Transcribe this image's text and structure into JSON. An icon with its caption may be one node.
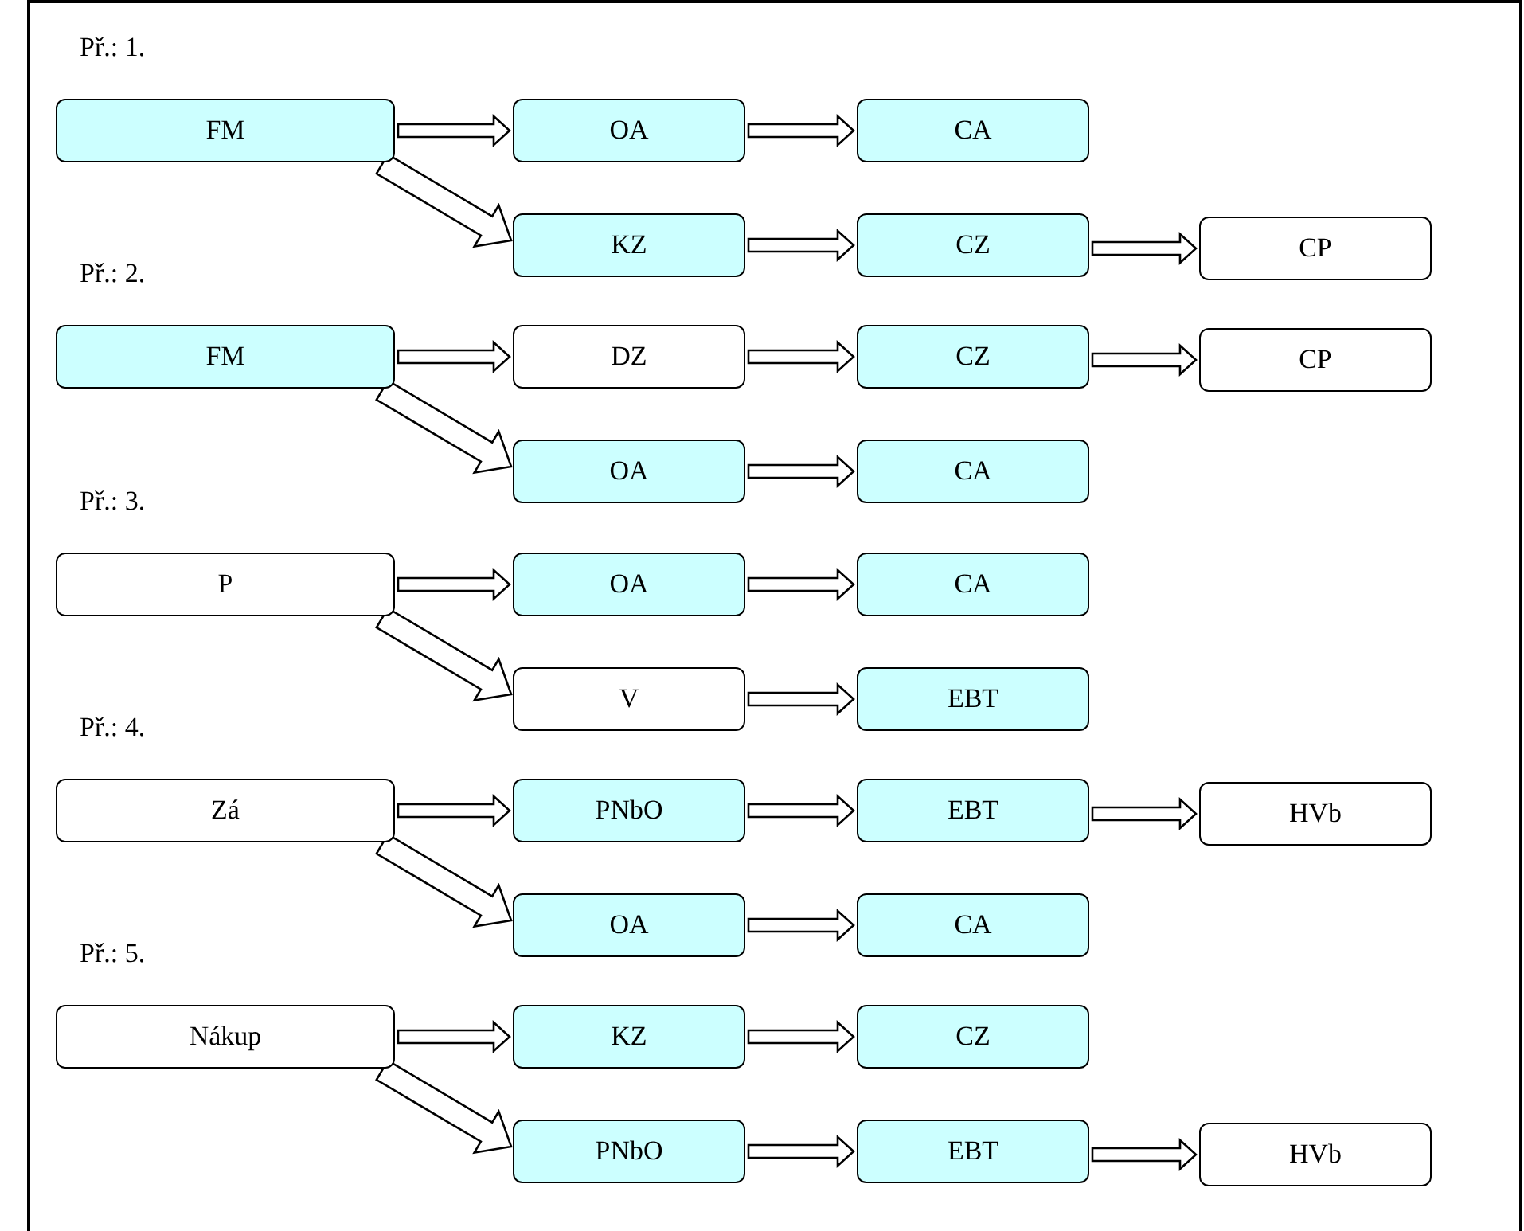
{
  "diagram": {
    "nodes": [
      {
        "text": [
          "FM"
        ]
      },
      {
        "text": [
          "OA"
        ]
      },
      {
        "text": [
          "CA"
        ]
      },
      {
        "text": [
          "KZ"
        ]
      },
      {
        "text": [
          "CZ"
        ]
      },
      {
        "text": [
          "CP"
        ]
      },
      {
        "text": [
          "FM"
        ]
      },
      {
        "text": [
          "DZ"
        ]
      },
      {
        "text": [
          "CZ"
        ]
      },
      {
        "text": [
          "CP"
        ]
      },
      {
        "text": [
          "OA"
        ]
      },
      {
        "text": [
          "CA"
        ]
      },
      {
        "text": [
          "P"
        ]
      },
      {
        "text": [
          "OA"
        ]
      },
      {
        "text": [
          "CA"
        ]
      },
      {
        "text": [
          "V"
        ]
      },
      {
        "text": [
          "EBT"
        ]
      },
      {
        "text": [
          "Zá"
        ]
      },
      {
        "text": [
          "PNbO"
        ]
      },
      {
        "text": [
          "EBT"
        ]
      },
      {
        "text": [
          "HVb"
        ]
      },
      {
        "text": [
          "OA"
        ]
      },
      {
        "text": [
          "CA"
        ]
      },
      {
        "text": [
          "Nákup"
        ]
      },
      {
        "text": [
          "KZ"
        ]
      },
      {
        "text": [
          "CZ"
        ]
      },
      {
        "text": [
          "PNbO"
        ]
      },
      {
        "text": [
          "EBT"
        ]
      },
      {
        "text": [
          "HVb"
        ]
      }
    ],
    "edges": [
      {
        "from": 0,
        "to": 1,
        "arrow": "to"
      },
      {
        "from": 1,
        "to": 2,
        "arrow": "to"
      },
      {
        "from": 0,
        "to": 3,
        "arrow": "to"
      },
      {
        "from": 3,
        "to": 4,
        "arrow": "to"
      },
      {
        "from": 4,
        "to": 5,
        "arrow": "to"
      },
      {
        "from": 6,
        "to": 7,
        "arrow": "to"
      },
      {
        "from": 7,
        "to": 8,
        "arrow": "to"
      },
      {
        "from": 8,
        "to": 9,
        "arrow": "to"
      },
      {
        "from": 6,
        "to": 10,
        "arrow": "to"
      },
      {
        "from": 10,
        "to": 11,
        "arrow": "to"
      },
      {
        "from": 12,
        "to": 13,
        "arrow": "to"
      },
      {
        "from": 13,
        "to": 14,
        "arrow": "to"
      },
      {
        "from": 12,
        "to": 15,
        "arrow": "to"
      },
      {
        "from": 15,
        "to": 16,
        "arrow": "to"
      },
      {
        "from": 17,
        "to": 18,
        "arrow": "to"
      },
      {
        "from": 18,
        "to": 19,
        "arrow": "to"
      },
      {
        "from": 19,
        "to": 20,
        "arrow": "to"
      },
      {
        "from": 17,
        "to": 21,
        "arrow": "to"
      },
      {
        "from": 21,
        "to": 22,
        "arrow": "to"
      },
      {
        "from": 23,
        "to": 24,
        "arrow": "to"
      },
      {
        "from": 24,
        "to": 25,
        "arrow": "to"
      },
      {
        "from": 23,
        "to": 26,
        "arrow": "to"
      },
      {
        "from": 26,
        "to": 27,
        "arrow": "to"
      },
      {
        "from": 27,
        "to": 28,
        "arrow": "to"
      }
    ],
    "labels": [
      "Př.: 1.",
      "Př.: 2.",
      "Př.: 3.",
      "Př.: 4.",
      "Př.: 5."
    ]
  }
}
